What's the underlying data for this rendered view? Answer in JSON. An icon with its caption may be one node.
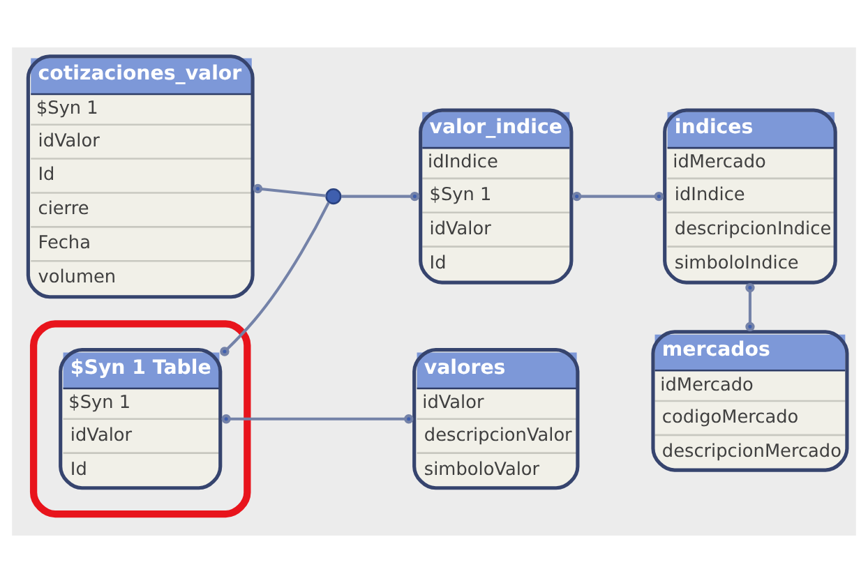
{
  "diagram": {
    "nodes": [
      {
        "text": [
          "cotizaciones_valor",
          "$Syn 1",
          "idValor",
          "Id",
          "cierre",
          "Fecha",
          "volumen"
        ]
      },
      {
        "text": [
          "indices",
          "idMercado",
          "idIndice",
          "descripcionIndice",
          "simboloIndice"
        ]
      },
      {
        "text": [
          "valor_indice",
          "idIndice",
          "$Syn 1",
          "idValor",
          "Id"
        ]
      },
      {
        "text": [],
        "shape": "circle"
      },
      {
        "text": [
          "mercados",
          "idMercado",
          "codigoMercado",
          "descripcionMercado"
        ]
      },
      {
        "text": [],
        "shape": "ellipse"
      },
      {
        "text": [
          "$Syn 1 Table",
          "$Syn 1",
          "idValor",
          "Id"
        ],
        "in": 5
      },
      {
        "text": [
          "valores",
          "idValor",
          "descripcionValor",
          "simboloValor"
        ]
      }
    ],
    "edges": [
      {
        "from": 0,
        "to": 3,
        "arrow": "other"
      },
      {
        "from": 3,
        "to": 2,
        "arrow": "other"
      },
      {
        "from": 6,
        "to": 3,
        "arrow": "other"
      },
      {
        "from": 2,
        "to": 1,
        "arrow": "other"
      },
      {
        "from": 1,
        "to": 4,
        "arrow": "other"
      },
      {
        "from": 6,
        "to": 7,
        "arrow": "other"
      }
    ]
  }
}
